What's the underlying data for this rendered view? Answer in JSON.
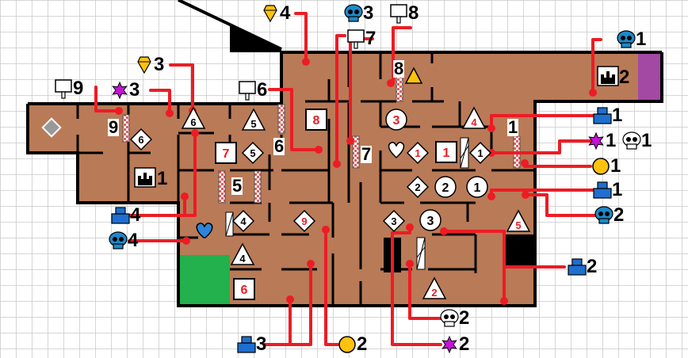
{
  "colors": {
    "floor": "#b97a57",
    "grid": "#c8c8c8",
    "wall": "#000000",
    "route": "#ed1c24",
    "blue": "#1e6fcf",
    "teal": "#1e89c9",
    "gold": "#ffc20e",
    "magenta": "#c513d6",
    "purple": "#a349a4",
    "green": "#22b14c",
    "heart": "#2d84d8"
  },
  "legend": [
    {
      "icon": "yellow-gem-icon",
      "count": "4"
    },
    {
      "icon": "blue-skull-icon",
      "count": "3"
    },
    {
      "icon": "signpost-icon",
      "count": "8"
    },
    {
      "icon": "signpost-icon",
      "count": "7"
    },
    {
      "icon": "blue-skull-icon",
      "count": "1"
    },
    {
      "icon": "yellow-gem-icon",
      "count": "3"
    },
    {
      "icon": "signpost-icon",
      "count": "9"
    },
    {
      "icon": "magenta-star-icon",
      "count": "3"
    },
    {
      "icon": "signpost-icon",
      "count": "6"
    },
    {
      "icon": "blue-chest-icon",
      "count": "1"
    },
    {
      "icon": "magenta-star-icon",
      "count": "1"
    },
    {
      "icon": "white-skull-icon",
      "count": "1"
    },
    {
      "icon": "gold-coin-icon",
      "count": "1"
    },
    {
      "icon": "blue-chest-icon",
      "count": "1"
    },
    {
      "icon": "blue-skull-icon",
      "count": "2"
    },
    {
      "icon": "blue-chest-icon",
      "count": "2"
    },
    {
      "icon": "blue-chest-icon",
      "count": "4"
    },
    {
      "icon": "blue-skull-icon",
      "count": "4"
    },
    {
      "icon": "white-skull-icon",
      "count": "2"
    },
    {
      "icon": "blue-chest-icon",
      "count": "3"
    },
    {
      "icon": "gold-coin-icon",
      "count": "2"
    },
    {
      "icon": "magenta-star-icon",
      "count": "2"
    }
  ],
  "markers": {
    "triangles_red": [
      "4",
      "5",
      "2"
    ],
    "triangles_black": [
      "6",
      "5",
      "4"
    ],
    "squares_red": [
      "8",
      "7",
      "1",
      "6"
    ],
    "circles_red": [
      "3"
    ],
    "circles_black": [
      "2",
      "1",
      "3"
    ],
    "diamonds_red": [
      "1",
      "9"
    ],
    "diamonds_black": [
      "6",
      "5",
      "1",
      "2",
      "4",
      "3"
    ],
    "door_numbers": [
      "9",
      "6",
      "5",
      "7",
      "8",
      "1"
    ],
    "fortress_labels": [
      "1",
      "2"
    ]
  }
}
